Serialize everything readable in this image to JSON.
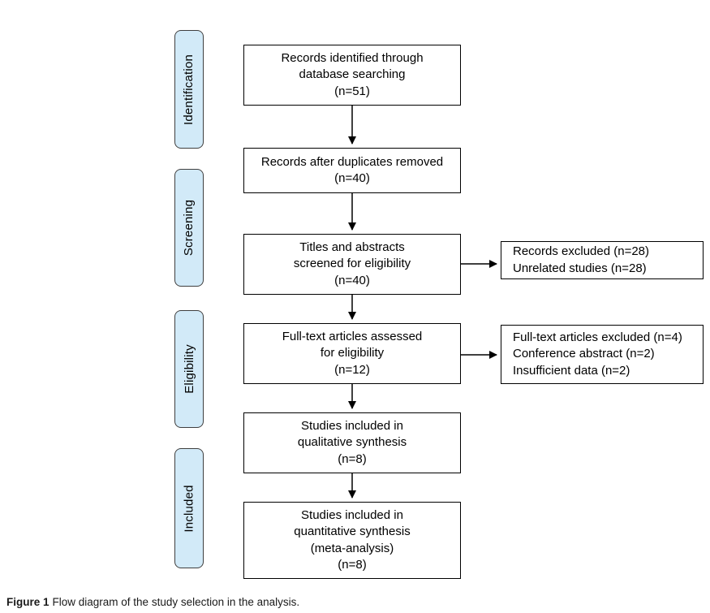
{
  "figure": {
    "caption_label": "Figure 1",
    "caption_text": "Flow diagram of the study selection in the analysis."
  },
  "stages": [
    {
      "label": "Identification"
    },
    {
      "label": "Screening"
    },
    {
      "label": "Eligibility"
    },
    {
      "label": "Included"
    }
  ],
  "flow_boxes": [
    {
      "lines": [
        "Records identified through",
        "database searching",
        "(n=51)"
      ]
    },
    {
      "lines": [
        "Records after duplicates removed",
        "(n=40)"
      ]
    },
    {
      "lines": [
        "Titles and abstracts",
        "screened for eligibility",
        "(n=40)"
      ]
    },
    {
      "lines": [
        "Full-text articles assessed",
        "for eligibility",
        "(n=12)"
      ]
    },
    {
      "lines": [
        "Studies included in",
        "qualitative synthesis",
        "(n=8)"
      ]
    },
    {
      "lines": [
        "Studies included in",
        "quantitative synthesis",
        "(meta-analysis)",
        "(n=8)"
      ]
    }
  ],
  "exclusion_boxes": [
    {
      "lines": [
        "Records excluded (n=28)",
        "Unrelated studies (n=28)"
      ]
    },
    {
      "lines": [
        "Full-text articles excluded (n=4)",
        "Conference abstract (n=2)",
        "Insufficient data (n=2)"
      ]
    }
  ],
  "colors": {
    "background": "#ffffff",
    "stage_fill": "#d2eaf8",
    "stage_border": "#3f3f3f",
    "box_border": "#000000",
    "arrow": "#000000"
  }
}
